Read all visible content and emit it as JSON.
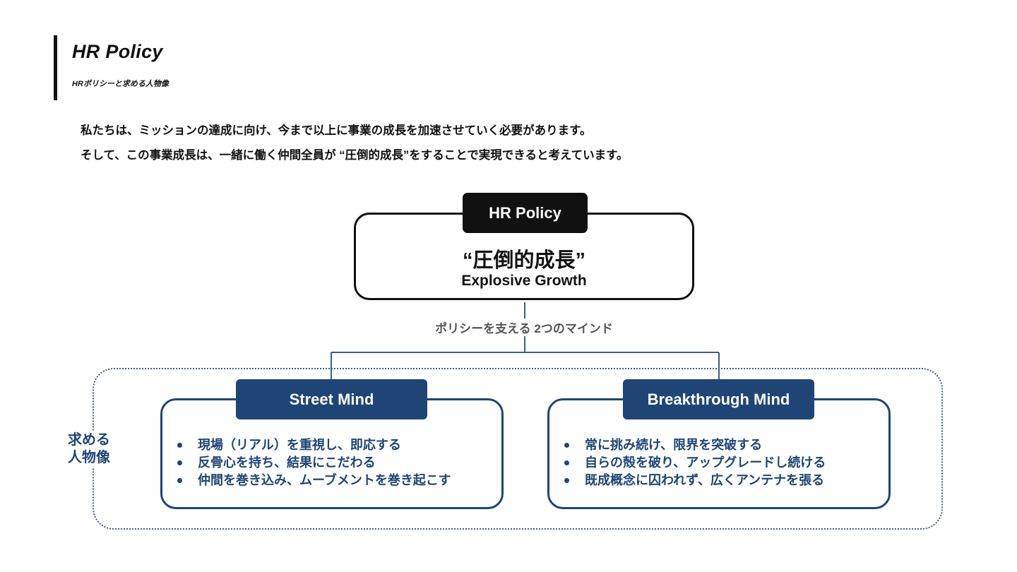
{
  "header": {
    "title": "HR Policy",
    "subtitle": "HRポリシーと求める人物像"
  },
  "intro": {
    "line1": "私たちは、ミッションの達成に向け、今まで以上に事業の成長を加速させていく必要があります。",
    "line2": "そして、この事業成長は、一緒に働く仲間全員が “圧倒的成長”をすることで実現できると考えています。"
  },
  "policy": {
    "tab_label": "HR Policy",
    "main_text": "“圧倒的成長”",
    "english_text": "Explosive Growth"
  },
  "mind_caption": "ポリシーを支える 2つのマインド",
  "persona_label": "求める\n人物像",
  "minds": [
    {
      "name": "Street Mind",
      "items": [
        "現場（リアル）を重視し、即応する",
        "反骨心を持ち、結果にこだわる",
        "仲間を巻き込み、ムーブメントを巻き起こす"
      ]
    },
    {
      "name": "Breakthrough Mind",
      "items": [
        "常に挑み続け、限界を突破する",
        "自らの殻を破り、アップグレードし続ける",
        "既成概念に囚われず、広くアンテナを張る"
      ]
    }
  ],
  "colors": {
    "navy": "#1f4576",
    "black": "#111111",
    "caption_gray": "#555555"
  }
}
